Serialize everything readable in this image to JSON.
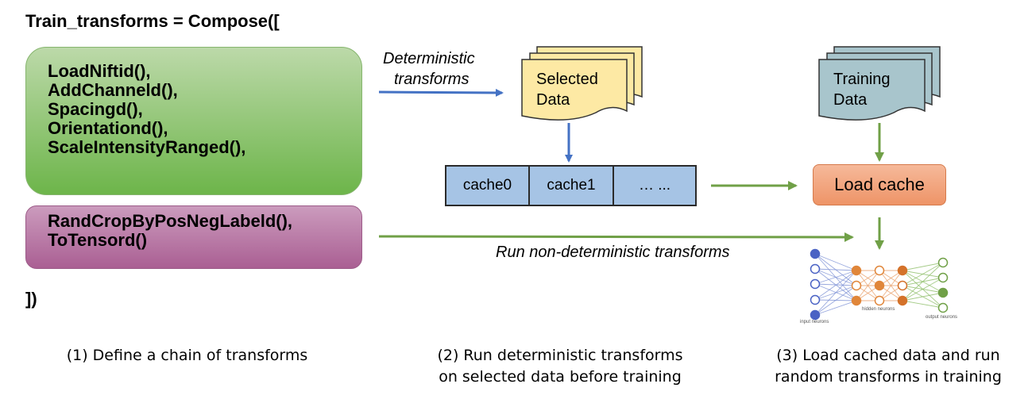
{
  "code": {
    "title": "Train_transforms = Compose([",
    "deterministic": [
      "LoadNiftid(),",
      "AddChanneld(),",
      "Spacingd(),",
      "Orientationd(),",
      "ScaleIntensityRanged(),"
    ],
    "random": [
      "RandCropByPosNegLabeld(),",
      "ToTensord()"
    ],
    "close": "])"
  },
  "flow": {
    "deterministic_label_1": "Deterministic",
    "deterministic_label_2": "transforms",
    "selected_data_1": "Selected",
    "selected_data_2": "Data",
    "cache_cells": [
      "cache0",
      "cache1",
      "… ..."
    ],
    "training_data_1": "Training",
    "training_data_2": "Data",
    "load_cache": "Load cache",
    "random_label": "Run non-deterministic transforms"
  },
  "network": {
    "input_label": "input neurons",
    "hidden_label": "hidden neurons",
    "output_label": "output neurons"
  },
  "captions": {
    "step1": "(1) Define a chain of transforms",
    "step2_line1": "(2) Run deterministic transforms",
    "step2_line2": "on selected data before training",
    "step3_line1": "(3) Load cached data and run",
    "step3_line2": "random transforms in training"
  },
  "colors": {
    "green_box": "#6db54a",
    "purple_box": "#aa5f93",
    "blue_arrow": "#4472c4",
    "green_arrow": "#70a047",
    "cache_fill": "#a6c4e5",
    "selected_data_fill": "#fde9a4",
    "training_data_fill": "#a8c5cc",
    "load_cache_fill": "#ee9467"
  }
}
